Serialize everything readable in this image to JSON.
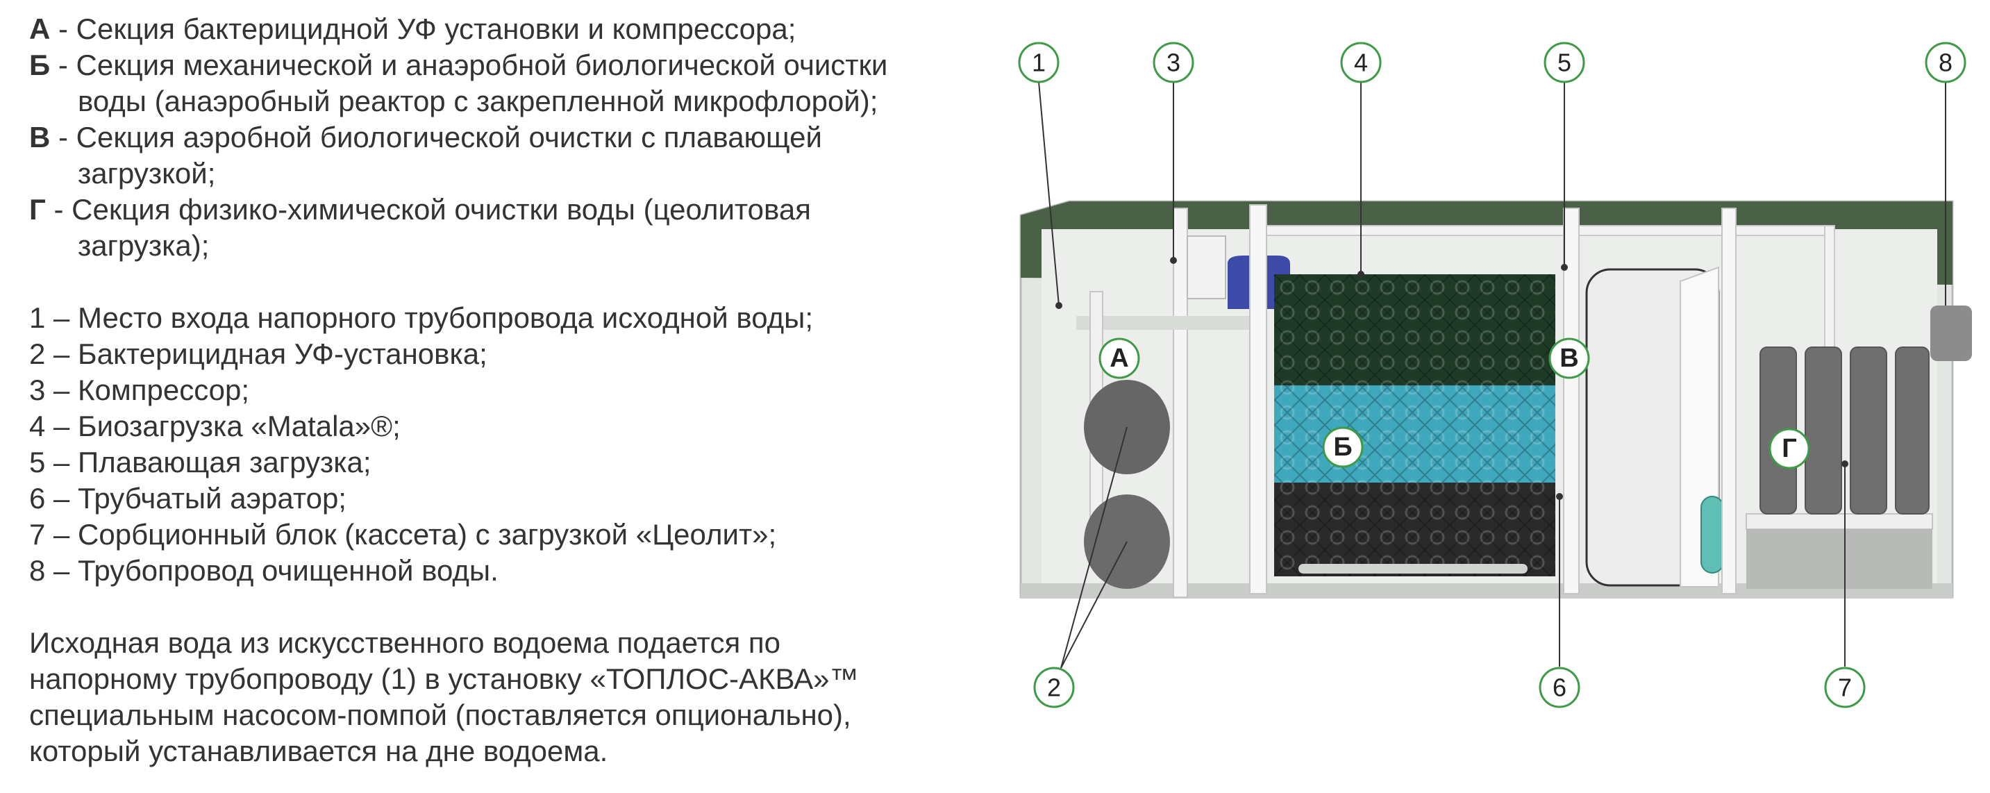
{
  "legend": {
    "sections": [
      {
        "letter": "А",
        "lines": [
          " - Секция бактерицидной УФ установки и компрессора;"
        ]
      },
      {
        "letter": "Б",
        "lines": [
          " - Секция механической и анаэробной биологической очистки",
          "воды (анаэробный реактор с закрепленной микрофлорой);"
        ]
      },
      {
        "letter": "В",
        "lines": [
          " - Секция аэробной биологической очистки с плавающей",
          "загрузкой;"
        ]
      },
      {
        "letter": "Г",
        "lines": [
          " - Секция физико-химической очистки воды (цеолитовая",
          "загрузка);"
        ]
      }
    ],
    "items": [
      "1 – Место входа напорного трубопровода исходной воды;",
      "2 – Бактерицидная УФ-установка;",
      "3 – Компрессор;",
      "4 – Биозагрузка «Matala»®;",
      "5 – Плавающая загрузка;",
      "6 – Трубчатый аэратор;",
      "7 – Сорбционный блок (кассета) с загрузкой «Цеолит»;",
      "8 – Трубопровод очищенной воды."
    ],
    "paragraph": [
      "Исходная вода из искусственного водоема подается по",
      "напорному трубопроводу (1) в установку «ТОПЛОС-АКВА»™",
      "специальным насосом-помпой (поставляется опционально),",
      "который устанавливается на дне водоема."
    ]
  },
  "diagram": {
    "callouts": [
      "1",
      "3",
      "4",
      "5",
      "8",
      "2",
      "6",
      "7"
    ],
    "section_labels": [
      "А",
      "Б",
      "В",
      "Г"
    ],
    "colors": {
      "callout_stroke": "#3f9a47",
      "lid": "#4b6147",
      "matala_top": "#1f3a26",
      "matala_mid": "#3fa8bd",
      "matala_bottom": "#2a2a2a",
      "cartridge": "#6f6f6f",
      "compressor": "#3d4aa8",
      "tank": "#e6e8e6"
    }
  }
}
